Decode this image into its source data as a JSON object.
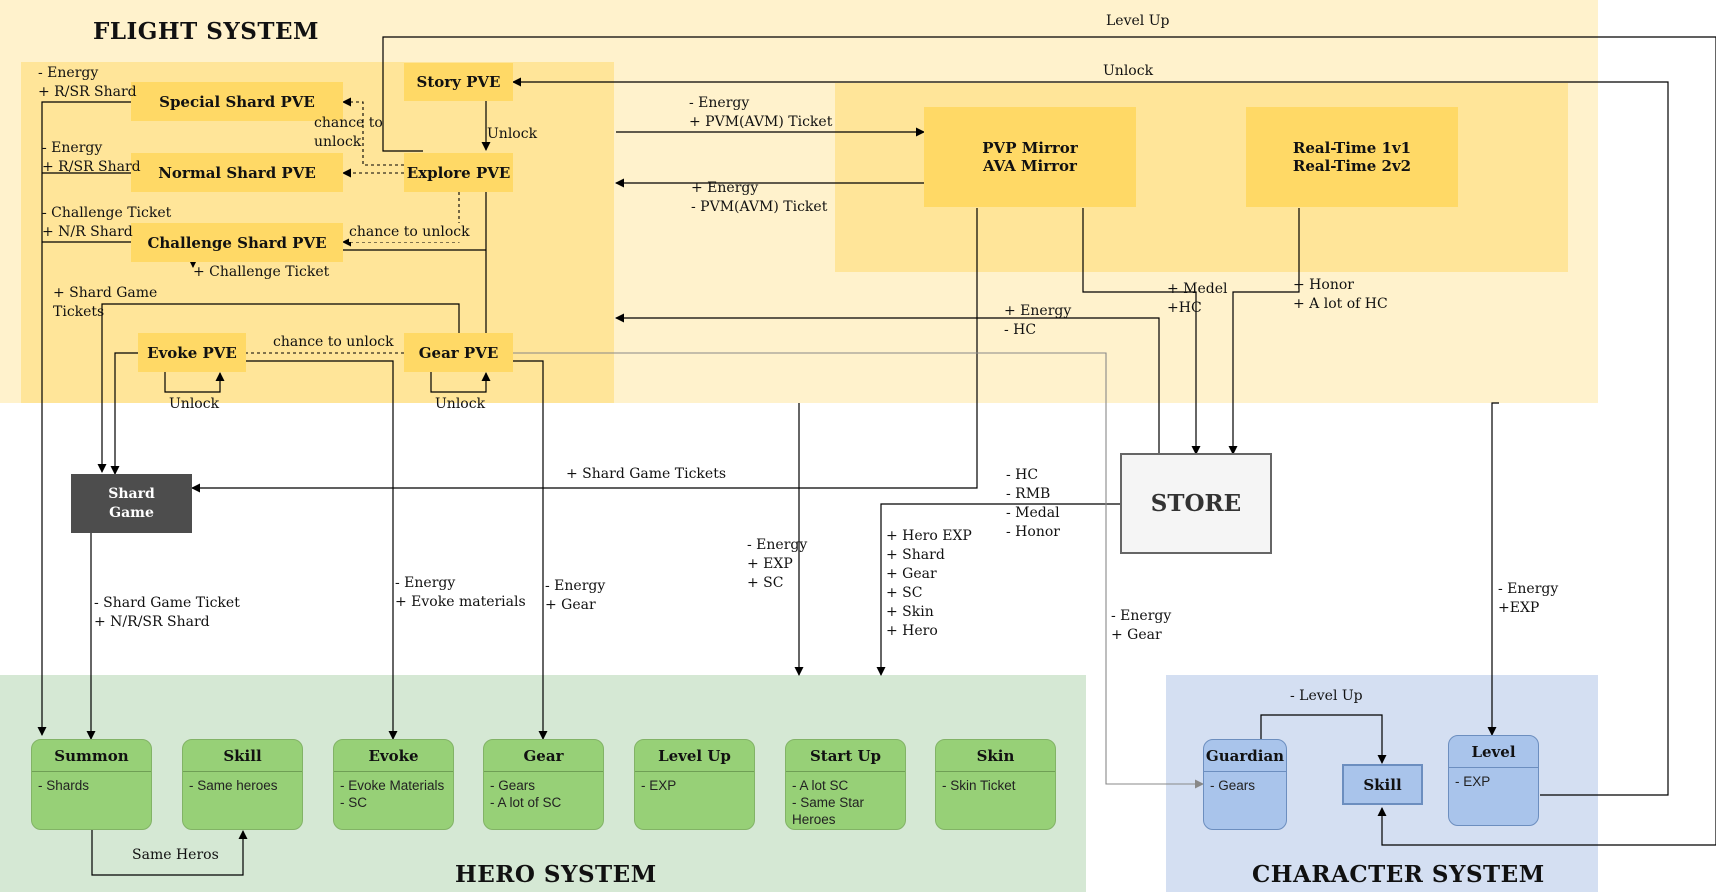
{
  "regions": {
    "flight_title": "FLIGHT SYSTEM",
    "hero_title": "HERO SYSTEM",
    "character_title": "CHARACTER SYSTEM"
  },
  "flight_nodes": {
    "story": "Story PVE",
    "special_shard": "Special Shard PVE",
    "normal_shard": "Normal Shard PVE",
    "explore": "Explore PVE",
    "challenge_shard": "Challenge Shard PVE",
    "evoke": "Evoke PVE",
    "gear": "Gear PVE",
    "pvp_line1": "PVP Mirror",
    "pvp_line2": "AVA Mirror",
    "realtime_line1": "Real-Time 1v1",
    "realtime_line2": "Real-Time 2v2"
  },
  "other_nodes": {
    "shard_game_line1": "Shard",
    "shard_game_line2": "Game",
    "store": "STORE"
  },
  "hero_cards": [
    {
      "title": "Summon",
      "lines": [
        "- Shards"
      ]
    },
    {
      "title": "Skill",
      "lines": [
        "- Same heroes"
      ]
    },
    {
      "title": "Evoke",
      "lines": [
        "- Evoke Materials",
        "- SC"
      ]
    },
    {
      "title": "Gear",
      "lines": [
        "- Gears",
        "- A lot of SC"
      ]
    },
    {
      "title": "Level Up",
      "lines": [
        "- EXP"
      ]
    },
    {
      "title": "Start Up",
      "lines": [
        "- A lot SC",
        "- Same Star",
        "Heroes"
      ]
    },
    {
      "title": "Skin",
      "lines": [
        "- Skin Ticket"
      ]
    }
  ],
  "character_cards": {
    "guardian_title": "Guardian",
    "guardian_line": "- Gears",
    "skill": "Skill",
    "level_title": "Level",
    "level_line": "- EXP"
  },
  "edge_labels": {
    "level_up_top": "Level Up",
    "unlock_top": "Unlock",
    "special_energy": [
      "- Energy",
      "+ R/SR Shard"
    ],
    "normal_energy": [
      "- Energy",
      "+ R/SR Shard"
    ],
    "challenge_ticket": [
      "- Challenge Ticket",
      "+ N/R Shard"
    ],
    "chance_unlock_1": [
      "chance to",
      "unlock"
    ],
    "chance_unlock_2": "chance to unlock",
    "chance_unlock_3": "chance to unlock",
    "explore_unlock": "Unlock",
    "plus_challenge_ticket": "+ Challenge Ticket",
    "shard_game_tickets_left": [
      "+ Shard Game",
      "Tickets"
    ],
    "evoke_unlock": "Unlock",
    "gear_unlock": "Unlock",
    "to_pvp": [
      "- Energy",
      "+ PVM(AVM) Ticket"
    ],
    "from_pvp": [
      "+ Energy",
      "- PVM(AVM) Ticket"
    ],
    "medel_hc": [
      "+ Medel",
      "+HC"
    ],
    "honor_hc": [
      "+ Honor",
      "+ A lot of HC"
    ],
    "store_energy": [
      "+ Energy",
      "- HC"
    ],
    "plus_shard_game_tickets": "+ Shard Game Tickets",
    "store_costs": [
      "- HC",
      "- RMB",
      "- Medal",
      "- Honor"
    ],
    "store_rewards": [
      "+ Hero EXP",
      "+ Shard",
      "+ Gear",
      "+ SC",
      "+ Skin",
      "+ Hero"
    ],
    "flight_exp": [
      "- Energy",
      "+ EXP",
      "+ SC"
    ],
    "shard_game_ticket": [
      "- Shard Game Ticket",
      "+ N/R/SR Shard"
    ],
    "evoke_materials": [
      "- Energy",
      "+ Evoke materials"
    ],
    "gear_energy": [
      "- Energy",
      "+ Gear"
    ],
    "guardian_gear": [
      "- Energy",
      "+ Gear"
    ],
    "level_energy": [
      "- Energy",
      "+EXP"
    ],
    "char_level_up": "- Level Up",
    "same_heros": "Same Heros"
  }
}
